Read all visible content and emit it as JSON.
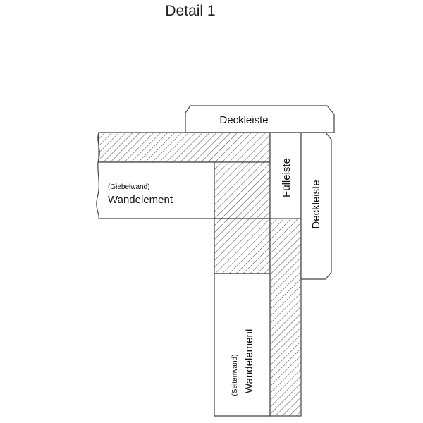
{
  "title": "Detail 1",
  "labels": {
    "deckleiste_top": "Deckleiste",
    "fuelleiste": "Fülleiste",
    "deckleiste_side": "Deckleiste",
    "gable_note": "(Giebelwand)",
    "gable_name": "Wandelement",
    "side_note": "(Seitenwand)",
    "side_name": "Wandelement"
  },
  "colors": {
    "stroke": "#444444",
    "hatch": "#555555",
    "background": "#ffffff"
  }
}
